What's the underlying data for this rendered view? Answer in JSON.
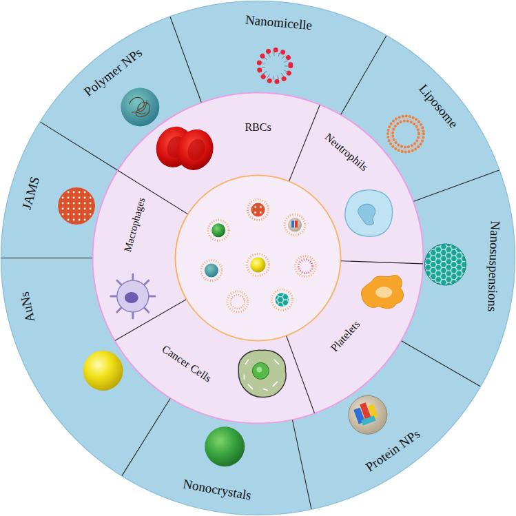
{
  "diagram": {
    "nodes": [
      {
        "text": [
          "Nanomicelle"
        ]
      },
      {
        "text": [
          "Liposome"
        ]
      },
      {
        "text": [
          "Nanosuspensions"
        ]
      },
      {
        "text": [
          "Protein NPs"
        ]
      },
      {
        "text": [
          "Nonocrystals"
        ]
      },
      {
        "text": [
          "AuNs"
        ]
      },
      {
        "text": [
          "JAMS"
        ]
      },
      {
        "text": [
          "Polymer NPs"
        ]
      },
      {
        "text": [
          "RBCs"
        ]
      },
      {
        "text": [
          "Neutrophils"
        ]
      },
      {
        "text": [
          "Platelets"
        ]
      },
      {
        "text": [
          "Cancer Cells"
        ]
      },
      {
        "text": [
          "Macrophages"
        ]
      }
    ]
  }
}
